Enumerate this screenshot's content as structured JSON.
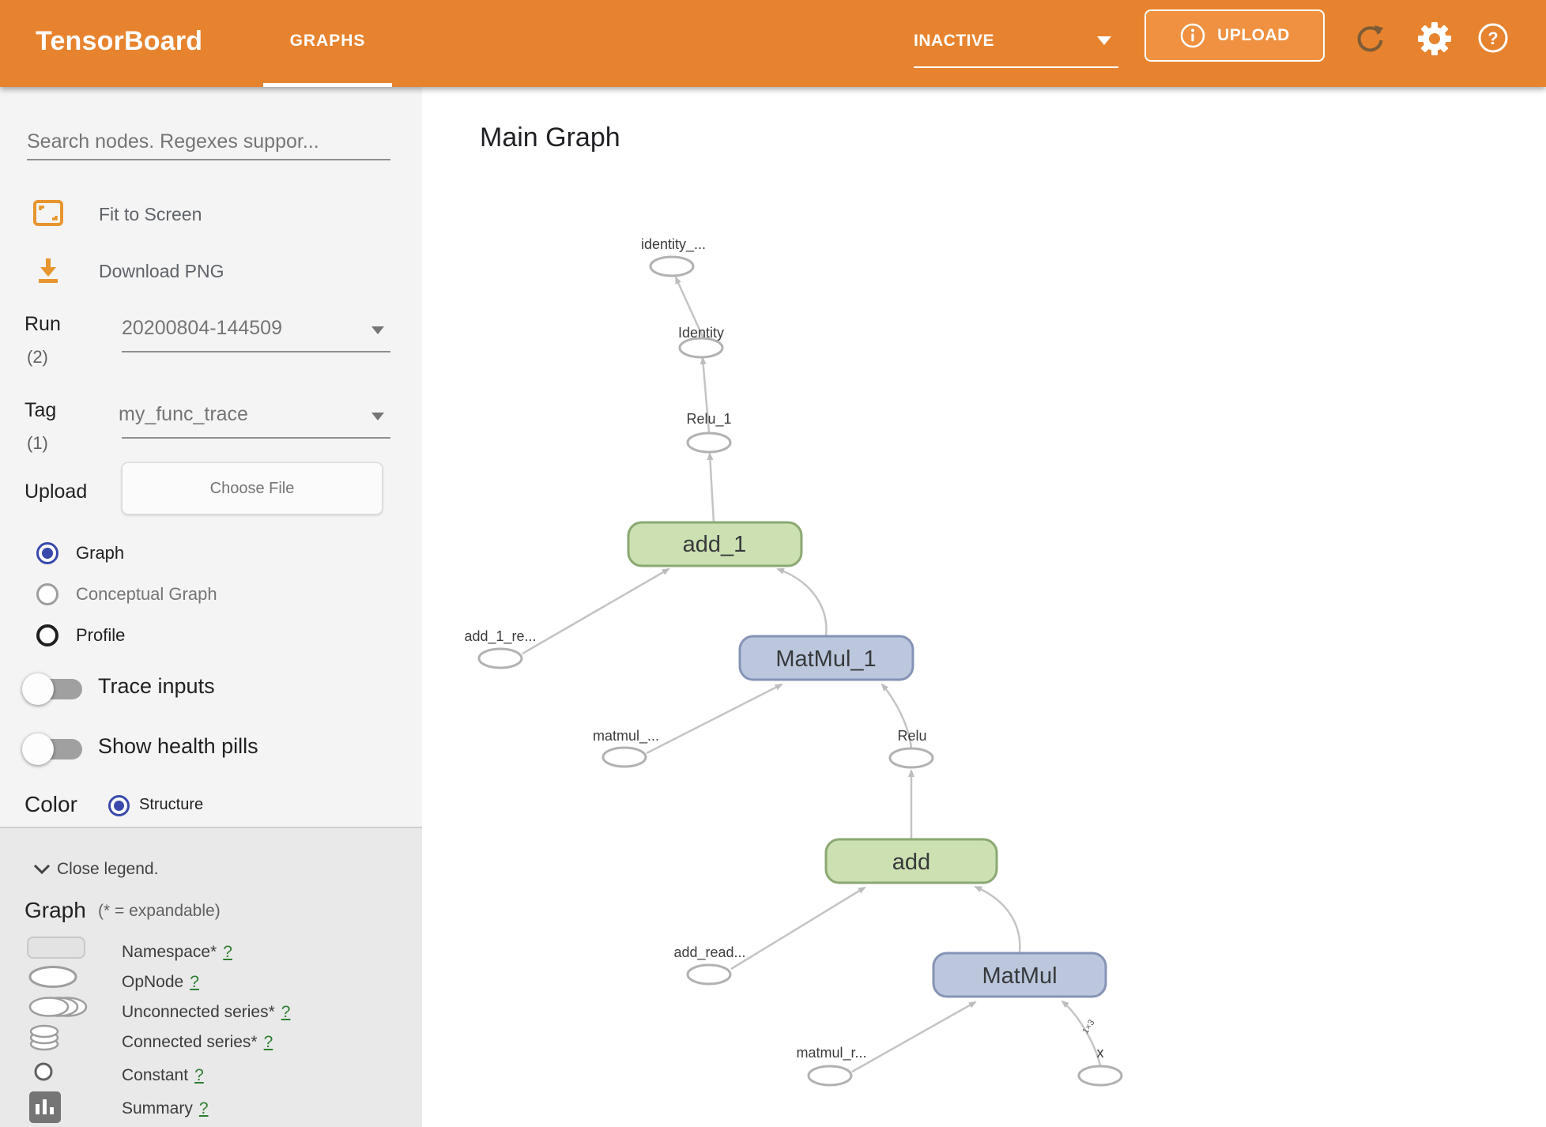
{
  "header": {
    "app_title": "TensorBoard",
    "tab": "GRAPHS",
    "run_status": "INACTIVE",
    "upload_button": "UPLOAD",
    "help_glyph": "?"
  },
  "sidebar": {
    "search_placeholder": "Search nodes. Regexes suppor...",
    "fit_to_screen": "Fit to Screen",
    "download_png": "Download PNG",
    "run": {
      "label": "Run",
      "count": "(2)",
      "value": "20200804-144509"
    },
    "tag": {
      "label": "Tag",
      "count": "(1)",
      "value": "my_func_trace"
    },
    "upload": {
      "label": "Upload",
      "button": "Choose File"
    },
    "graph_type_options": [
      {
        "label": "Graph",
        "selected": true
      },
      {
        "label": "Conceptual Graph",
        "selected": false
      },
      {
        "label": "Profile",
        "selected": false
      }
    ],
    "toggles": [
      {
        "label": "Trace inputs",
        "on": false
      },
      {
        "label": "Show health pills",
        "on": false
      }
    ],
    "color_by": {
      "label": "Color",
      "option": "Structure",
      "selected": true
    }
  },
  "legend": {
    "close_label": "Close legend.",
    "heading": "Graph",
    "note": "(* = expandable)",
    "items": [
      {
        "label": "Namespace*",
        "help": "?",
        "swatch": "namespace-rect"
      },
      {
        "label": "OpNode",
        "help": "?",
        "swatch": "opnode-ellipse"
      },
      {
        "label": "Unconnected series*",
        "help": "?",
        "swatch": "unconnected-series"
      },
      {
        "label": "Connected series*",
        "help": "?",
        "swatch": "connected-series"
      },
      {
        "label": "Constant",
        "help": "?",
        "swatch": "constant-circle"
      },
      {
        "label": "Summary",
        "help": "?",
        "swatch": "summary-icon"
      }
    ]
  },
  "main": {
    "title": "Main Graph"
  },
  "graph": {
    "nodes": {
      "identity_out": "identity_...",
      "identity": "Identity",
      "relu_1": "Relu_1",
      "add_1": "add_1",
      "add_1_read": "add_1_re...",
      "matmul_1": "MatMul_1",
      "matmul_read": "matmul_...",
      "relu": "Relu",
      "add": "add",
      "add_read": "add_read...",
      "matmul": "MatMul",
      "matmul_r_read": "matmul_r...",
      "x": "x"
    },
    "edge_label": "1×3"
  },
  "colors": {
    "header_orange": "#e7832f",
    "upload_button_orange": "#ef9140",
    "accent_indigo": "#3949ab",
    "op_group_green_fill": "#cde0b2",
    "op_group_green_stroke": "#8ba873",
    "matmul_blue_fill": "#bcc7de",
    "matmul_blue_stroke": "#8593b5",
    "edge_gray": "#c4c4c4",
    "help_link_green": "#2e7d32"
  }
}
